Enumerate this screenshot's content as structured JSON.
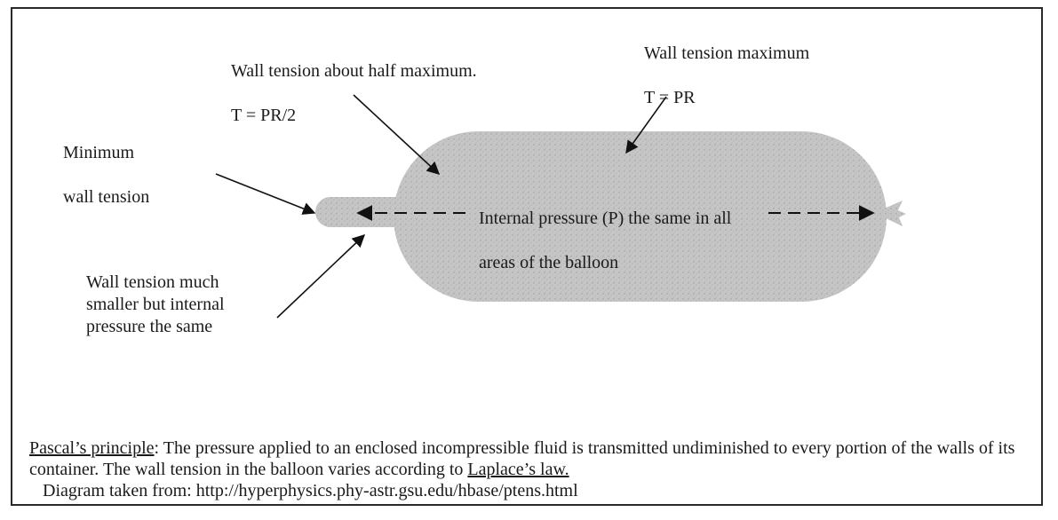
{
  "labels": {
    "max_tension_line1": "Wall tension maximum",
    "max_tension_line2": "T = PR",
    "half_tension_line1": "Wall tension about half maximum.",
    "half_tension_line2": "T = PR/2",
    "min_tension_line1": "Minimum",
    "min_tension_line2": "wall tension",
    "internal_pressure_line1": "Internal pressure (P) the same in all",
    "internal_pressure_line2": "areas of the balloon",
    "smaller_tension": "Wall tension much\nsmaller but internal\npressure the same"
  },
  "caption": {
    "pascal_term": "Pascal’s principle",
    "pascal_text": ": The pressure applied to an enclosed incompressible fluid is transmitted undiminished to every portion of the walls of its container. The wall tension in the balloon varies according to ",
    "laplace_term": "Laplace’s law.",
    "source_text": "   Diagram taken from: http://hyperphysics.phy-astr.gsu.edu/hbase/ptens.html"
  },
  "colors": {
    "balloon_fill": "#c4c4c4",
    "balloon_speckle": "#9e9e9e",
    "line": "#111111",
    "frame": "#2a2a2a"
  }
}
